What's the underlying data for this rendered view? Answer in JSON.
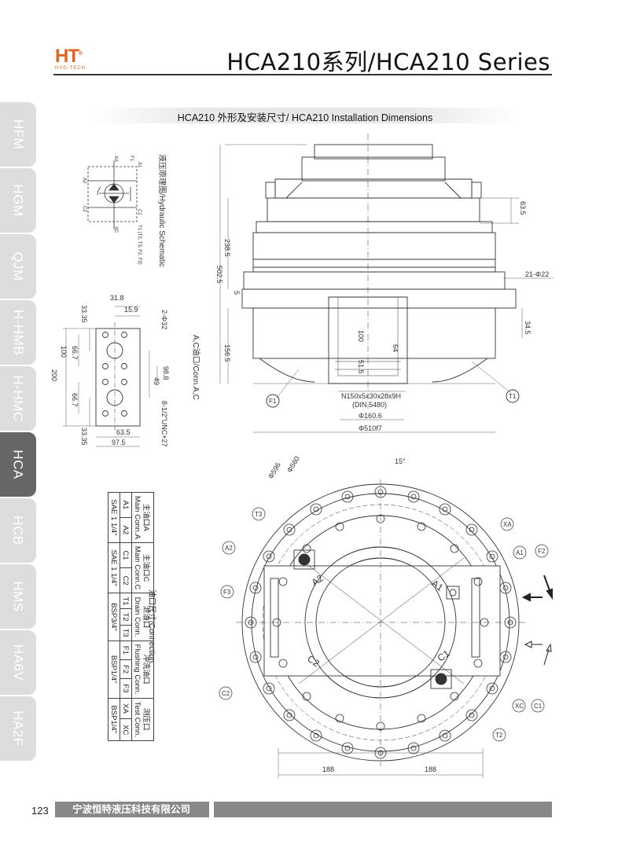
{
  "header": {
    "logo_text": "HT",
    "logo_reg": "®",
    "logo_sub": "HYD-TECH",
    "page_title": "HCA210系列/HCA210 Series"
  },
  "section": {
    "title": "HCA210 外形及安装尺寸/ HCA210 Installation Dimensions"
  },
  "tabs": [
    {
      "label": "HFM"
    },
    {
      "label": "HGM"
    },
    {
      "label": "QJM"
    },
    {
      "label": "H-HMB"
    },
    {
      "label": "H-HMC"
    },
    {
      "label": "HCA"
    },
    {
      "label": "HCB"
    },
    {
      "label": "HMS"
    },
    {
      "label": "HA6V"
    },
    {
      "label": "HA2F"
    }
  ],
  "schematic": {
    "title": "液压原理图/Hydraulic Schematic",
    "ports": {
      "a1": "A1",
      "xa": "XA",
      "c1": "C1",
      "xc": "XC",
      "f1": "F1",
      "a2": "A2",
      "c2": "C2",
      "drain": "T1 (T2, T3, F2, F3)"
    }
  },
  "port_face": {
    "dims": {
      "d318": "31.8",
      "d159": "15.9",
      "d3335a": "33.35",
      "d667a": "66.7",
      "d100": "100",
      "d200": "200",
      "d667b": "66.7",
      "d3335b": "33.35",
      "d635": "63.5",
      "d975": "97.5",
      "d988": "98.8",
      "d49": "49",
      "hole": "2-Φ32",
      "thread": "8-1/2\"UNC+27"
    },
    "caption": "A,C油口/Conn.A,C"
  },
  "connection": {
    "title": "油口尺寸/Connection",
    "groups": [
      {
        "cn": "主油口A",
        "en": "Main Conn.A",
        "ports": [
          "A1",
          "A2"
        ],
        "spec": "SAE 1 1/4\""
      },
      {
        "cn": "主油口C",
        "en": "Main Conn.C",
        "ports": [
          "C1",
          "C2"
        ],
        "spec": "SAE 1 1/4\""
      },
      {
        "cn": "泄油口",
        "en": "Drain Conn.",
        "ports": [
          "T1",
          "T2",
          "T3"
        ],
        "spec": "BSP3/4\""
      },
      {
        "cn": "冲洗油口",
        "en": "Flushing Conn.",
        "ports": [
          "F1",
          "F2",
          "F3"
        ],
        "spec": "BSP1/4\""
      },
      {
        "cn": "测压口",
        "en": "Test Conn.",
        "ports": [
          "XA",
          "XC"
        ],
        "spec": "BSP1/4\""
      }
    ]
  },
  "side_view": {
    "dims": {
      "d5025": "502.5",
      "d2385": "238.5",
      "d1565": "156.5",
      "d5": "5",
      "d635": "63.5",
      "d21": "21-Φ22",
      "d345": "34.5",
      "d100": "100",
      "d64": "64",
      "d515": "51.5",
      "spline": "N150x5x30x28x9H",
      "din": "(DIN 5480)",
      "d1606": "Φ160.6",
      "d510": "Φ510f7"
    },
    "labels": {
      "f1": "F1",
      "t1": "T1"
    }
  },
  "front_view": {
    "dims": {
      "d560": "Φ560",
      "d596": "Φ596",
      "angle": "15°",
      "d188a": "188",
      "d188b": "188"
    },
    "labels": {
      "t3": "T3",
      "a2o": "A2",
      "f3": "F3",
      "c2o": "C2",
      "xa": "XA",
      "a1o": "A1",
      "f2": "F2",
      "xc": "XC",
      "c1o": "C1",
      "t2": "T2",
      "a2": "A2",
      "a1": "A1",
      "c2": "C2",
      "c1": "C1"
    }
  },
  "footer": {
    "page_number": "123",
    "company": "宁波恒特液压科技有限公司"
  },
  "colors": {
    "logo": "#e0651e",
    "tab_active": "#666666",
    "tab_inactive": "#dddddd",
    "footer": "#888888"
  }
}
